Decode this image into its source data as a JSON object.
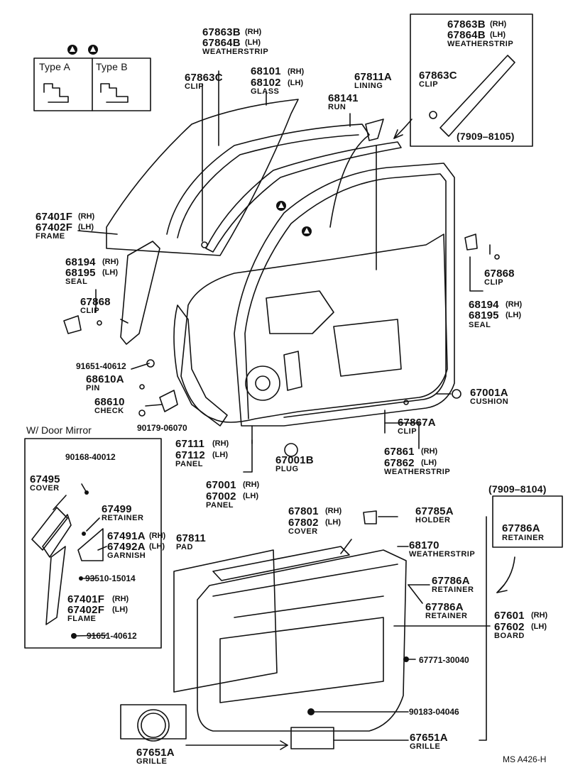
{
  "type_box": {
    "a": "Type A",
    "b": "Type B"
  },
  "labels": {
    "ws_top_rh": "67863B",
    "ws_top_rh_side": "(RH)",
    "ws_top_lh": "67864B",
    "ws_top_lh_side": "(LH)",
    "ws_top_cap": "WEATHERSTRIP",
    "clip_c": "67863C",
    "clip_c_cap": "CLIP",
    "glass_rh": "68101",
    "glass_rh_side": "(RH)",
    "glass_lh": "68102",
    "glass_lh_side": "(LH)",
    "glass_cap": "GLASS",
    "lining": "67811A",
    "lining_cap": "LINING",
    "run": "68141",
    "run_cap": "RUN",
    "ws_r_rh": "67863B",
    "ws_r_rh_side": "(RH)",
    "ws_r_lh": "67864B",
    "ws_r_lh_side": "(LH)",
    "ws_r_cap": "WEATHERSTRIP",
    "clip_c2": "67863C",
    "clip_c2_cap": "CLIP",
    "range_1": "(7909–8105)",
    "frame_rh": "67401F",
    "frame_rh_side": "(RH)",
    "frame_lh": "67402F",
    "frame_lh_side": "(LH)",
    "frame_cap": "FRAME",
    "seal_l_rh": "68194",
    "seal_l_rh_side": "(RH)",
    "seal_l_lh": "68195",
    "seal_l_lh_side": "(LH)",
    "seal_l_cap": "SEAL",
    "clip_l": "67868",
    "clip_l_cap": "CLIP",
    "clip_r": "67868",
    "clip_r_cap": "CLIP",
    "seal_r_rh": "68194",
    "seal_r_rh_side": "(RH)",
    "seal_r_lh": "68195",
    "seal_r_lh_side": "(LH)",
    "seal_r_cap": "SEAL",
    "bolt_1": "91651-40612",
    "pin": "68610A",
    "pin_cap": "PIN",
    "check": "68610",
    "check_cap": "CHECK",
    "bolt_2": "90179-06070",
    "cushion": "67001A",
    "cushion_cap": "CUSHION",
    "clip_a": "67867A",
    "clip_a_cap": "CLIP",
    "panel_rh": "67111",
    "panel_rh_side": "(RH)",
    "panel_lh": "67112",
    "panel_lh_side": "(LH)",
    "panel_cap": "PANEL",
    "plug": "67001B",
    "plug_cap": "PLUG",
    "ws_b_rh": "67861",
    "ws_b_rh_side": "(RH)",
    "ws_b_lh": "67862",
    "ws_b_lh_side": "(LH)",
    "ws_b_cap": "WEATHERSTRIP",
    "door_rh": "67001",
    "door_rh_side": "(RH)",
    "door_lh": "67002",
    "door_lh_side": "(LH)",
    "door_cap": "PANEL",
    "mirror_title": "W/ Door Mirror",
    "m_screw": "90168-40012",
    "m_cover": "67495",
    "m_cover_cap": "COVER",
    "m_retainer": "67499",
    "m_retainer_cap": "RETAINER",
    "m_garnish_rh": "67491A",
    "m_garnish_rh_side": "(RH)",
    "m_garnish_lh": "67492A",
    "m_garnish_lh_side": "(LH)",
    "m_garnish_cap": "GARNISH",
    "m_screw2": "93510-15014",
    "m_frame_rh": "67401F",
    "m_frame_rh_side": "(RH)",
    "m_frame_lh": "67402F",
    "m_frame_lh_side": "(LH)",
    "m_frame_cap": "FLAME",
    "m_bolt": "91651-40612",
    "range_2": "(7909–8104)",
    "ret_box": "67786A",
    "ret_box_cap": "RETAINER",
    "cover_rh": "67801",
    "cover_rh_side": "(RH)",
    "cover_lh": "67802",
    "cover_lh_side": "(LH)",
    "cover_cap": "COVER",
    "holder": "67785A",
    "holder_cap": "HOLDER",
    "pad": "67811",
    "pad_cap": "PAD",
    "ws_belt": "68170",
    "ws_belt_cap": "WEATHERSTRIP",
    "ret_1": "67786A",
    "ret_1_cap": "RETAINER",
    "ret_2": "67786A",
    "ret_2_cap": "RETAINER",
    "board_rh": "67601",
    "board_rh_side": "(RH)",
    "board_lh": "67602",
    "board_lh_side": "(LH)",
    "board_cap": "BOARD",
    "screw_b": "67771-30040",
    "clip_b": "90183-04046",
    "grille": "67651A",
    "grille_cap": "GRILLE",
    "grille_c": "67651A",
    "grille_c_cap": "GRILLE",
    "code": "MS  A426-H"
  }
}
